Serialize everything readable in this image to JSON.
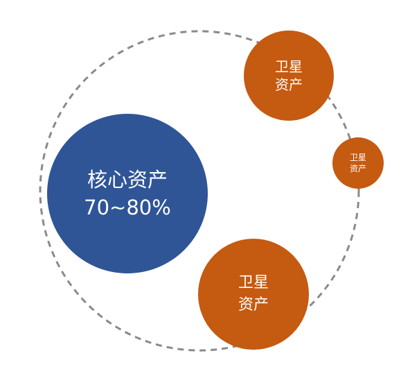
{
  "colors": {
    "core": "#2f5597",
    "satellite": "#c55a11",
    "ring": "#8a8a8a"
  },
  "core": {
    "line1": "核心资产",
    "line2": "70~80%"
  },
  "satellites": [
    {
      "line1": "卫星",
      "line2": "资产"
    },
    {
      "line1": "卫星",
      "line2": "资产"
    },
    {
      "line1": "卫星",
      "line2": "资产"
    }
  ]
}
